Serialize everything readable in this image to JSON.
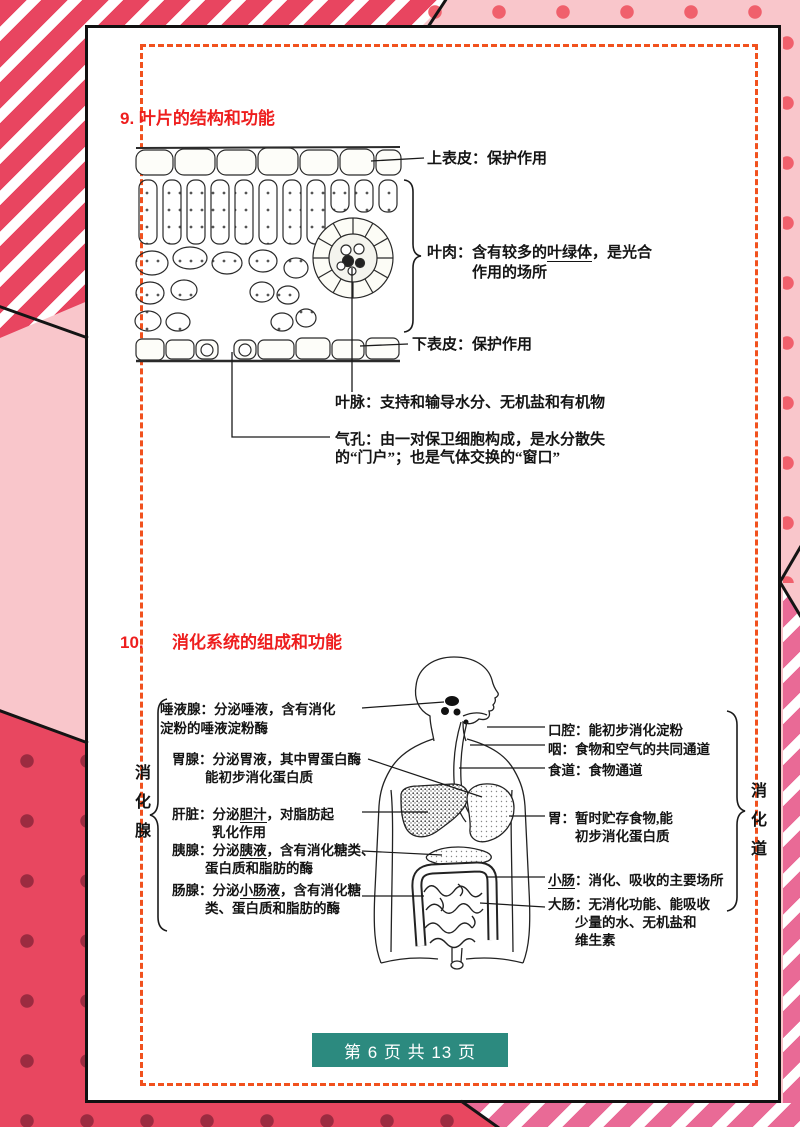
{
  "colors": {
    "accent_red": "#ee1e1e",
    "footer_teal": "#2c8a7f",
    "dashed_border": "#f1511e",
    "stripe_red": "#e84560",
    "light_pink": "#f9c6cb",
    "dot_pink": "#f0606c",
    "crimson": "#e84760",
    "crimson_dot": "#9c2b40",
    "stripe_pink": "#e96a96"
  },
  "page": {
    "footer": "第 6 页 共 13 页"
  },
  "section9": {
    "title": "9. 叶片的结构和功能",
    "labels": {
      "upper_epidermis": "上表皮：保护作用",
      "mesophyll_name": "叶肉：",
      "mesophyll_pre": "含有较多的",
      "mesophyll_u": "叶绿体",
      "mesophyll_post": "，是光合",
      "mesophyll_line2": "作用的场所",
      "lower_epidermis": "下表皮：保护作用",
      "vein": "叶脉：支持和输导水分、无机盐和有机物",
      "stoma_line1": "气孔：由一对保卫细胞构成，是水分散失",
      "stoma_line2": "的“门户”；也是气体交换的“窗口”"
    }
  },
  "section10": {
    "title_number": "10.",
    "title": "消化系统的组成和功能",
    "left_group_label": "消化腺",
    "right_group_label": "消化道",
    "glands": [
      {
        "l1": "唾液腺：分泌唾液，含有消化",
        "l2": "淀粉的唾液淀粉酶"
      },
      {
        "l1": "胃腺：分泌胃液，其中胃蛋白酶",
        "l2": "能初步消化蛋白质"
      },
      {
        "pre": "肝脏：分泌",
        "u": "胆汁",
        "post": "，对脂肪起",
        "l2": "乳化作用"
      },
      {
        "pre": "胰腺：分泌",
        "u": "胰液",
        "post": "，含有消化糖类、",
        "l2": "蛋白质和脂肪的酶"
      },
      {
        "pre": "肠腺：分泌",
        "u": "小肠液",
        "post": "，含有消化糖",
        "l2": "类、蛋白质和脂肪的酶"
      }
    ],
    "tract": [
      {
        "l1": "口腔：能初步消化淀粉"
      },
      {
        "l1": "咽：食物和空气的共同通道"
      },
      {
        "l1": "食道：食物通道"
      },
      {
        "l1": "胃：暂时贮存食物,能",
        "l2": "初步消化蛋白质"
      },
      {
        "u": "小肠",
        "post": "：消化、吸收的主要场所"
      },
      {
        "l1": "大肠：无消化功能、能吸收",
        "l2": "少量的水、无机盐和",
        "l3": "维生素"
      }
    ]
  }
}
